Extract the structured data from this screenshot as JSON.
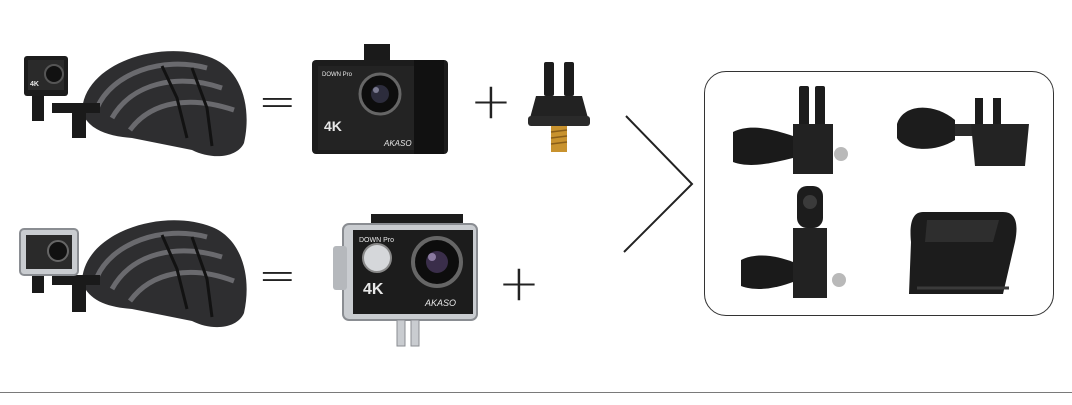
{
  "row1": {
    "equals": "=",
    "plus": "+"
  },
  "row2": {
    "equals": "=",
    "plus": "+"
  },
  "camera_labels": {
    "resolution": "4K",
    "brand": "AKASO",
    "top_label": "DOWN Pro"
  },
  "colors": {
    "helmet": "#2e2e30",
    "helmet_highlight": "#6a6a6e",
    "camera_body": "#1c1c1c",
    "housing": "#c9ccd0",
    "brass": "#c8922e",
    "panel_border": "#333333",
    "rule": "#7a7a7a"
  },
  "icons": {
    "helmet_left": "helmet-with-camera-icon",
    "accessory": "mount-accessory-icon",
    "chevron": "chevron-right-icon"
  }
}
